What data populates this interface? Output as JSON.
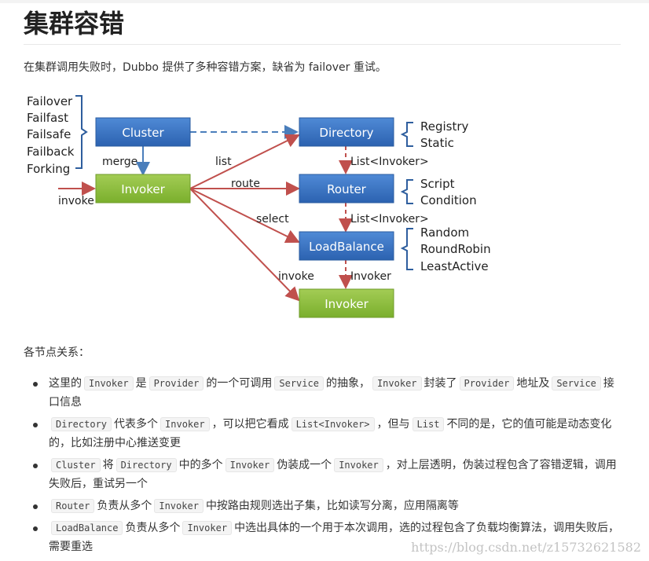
{
  "page": {
    "title": "集群容错",
    "intro": "在集群调用失败时，Dubbo 提供了多种容错方案，缺省为 failover 重试。",
    "section_label": "各节点关系：",
    "watermark": "https://blog.csdn.net/z15732621582"
  },
  "diagram": {
    "fault_tolerance": [
      "Failover",
      "Failfast",
      "Failsafe",
      "Failback",
      "Forking"
    ],
    "boxes": {
      "cluster": "Cluster",
      "invoker_left": "Invoker",
      "directory": "Directory",
      "router": "Router",
      "loadbalance": "LoadBalance",
      "invoker_bottom": "Invoker"
    },
    "edge_labels": {
      "merge": "merge",
      "invoke_in": "invoke",
      "list": "list",
      "route": "route",
      "select": "select",
      "invoke": "invoke",
      "list_invoker_1": "List<Invoker>",
      "list_invoker_2": "List<Invoker>",
      "invoker": "Invoker"
    },
    "directory_types": [
      "Registry",
      "Static"
    ],
    "router_types": [
      "Script",
      "Condition"
    ],
    "loadbalance_types": [
      "Random",
      "RoundRobin",
      "LeastActive"
    ],
    "colors": {
      "blue_box": "#3b75c3",
      "green_box": "#8cbd3a",
      "arrow_red": "#c0504d",
      "arrow_blue": "#4a7ebb",
      "brace": "#2e5e9e"
    }
  },
  "notes": [
    [
      {
        "t": "这里的"
      },
      {
        "c": "Invoker"
      },
      {
        "t": "是"
      },
      {
        "c": "Provider"
      },
      {
        "t": "的一个可调用"
      },
      {
        "c": "Service"
      },
      {
        "t": "的抽象，"
      },
      {
        "c": "Invoker"
      },
      {
        "t": "封装了"
      },
      {
        "c": "Provider"
      },
      {
        "t": "地址及"
      },
      {
        "c": "Service"
      },
      {
        "t": "接口信息"
      }
    ],
    [
      {
        "c": "Directory"
      },
      {
        "t": "代表多个"
      },
      {
        "c": "Invoker"
      },
      {
        "t": "，可以把它看成"
      },
      {
        "c": "List<Invoker>"
      },
      {
        "t": "，但与"
      },
      {
        "c": "List"
      },
      {
        "t": "不同的是，它的值可能是动态变化的，比如注册中心推送变更"
      }
    ],
    [
      {
        "c": "Cluster"
      },
      {
        "t": "将"
      },
      {
        "c": "Directory"
      },
      {
        "t": "中的多个"
      },
      {
        "c": "Invoker"
      },
      {
        "t": "伪装成一个"
      },
      {
        "c": "Invoker"
      },
      {
        "t": "，对上层透明，伪装过程包含了容错逻辑，调用失败后，重试另一个"
      }
    ],
    [
      {
        "c": "Router"
      },
      {
        "t": "负责从多个"
      },
      {
        "c": "Invoker"
      },
      {
        "t": "中按路由规则选出子集，比如读写分离，应用隔离等"
      }
    ],
    [
      {
        "c": "LoadBalance"
      },
      {
        "t": "负责从多个"
      },
      {
        "c": "Invoker"
      },
      {
        "t": "中选出具体的一个用于本次调用，选的过程包含了负载均衡算法，调用失败后，需要重选"
      }
    ]
  ]
}
